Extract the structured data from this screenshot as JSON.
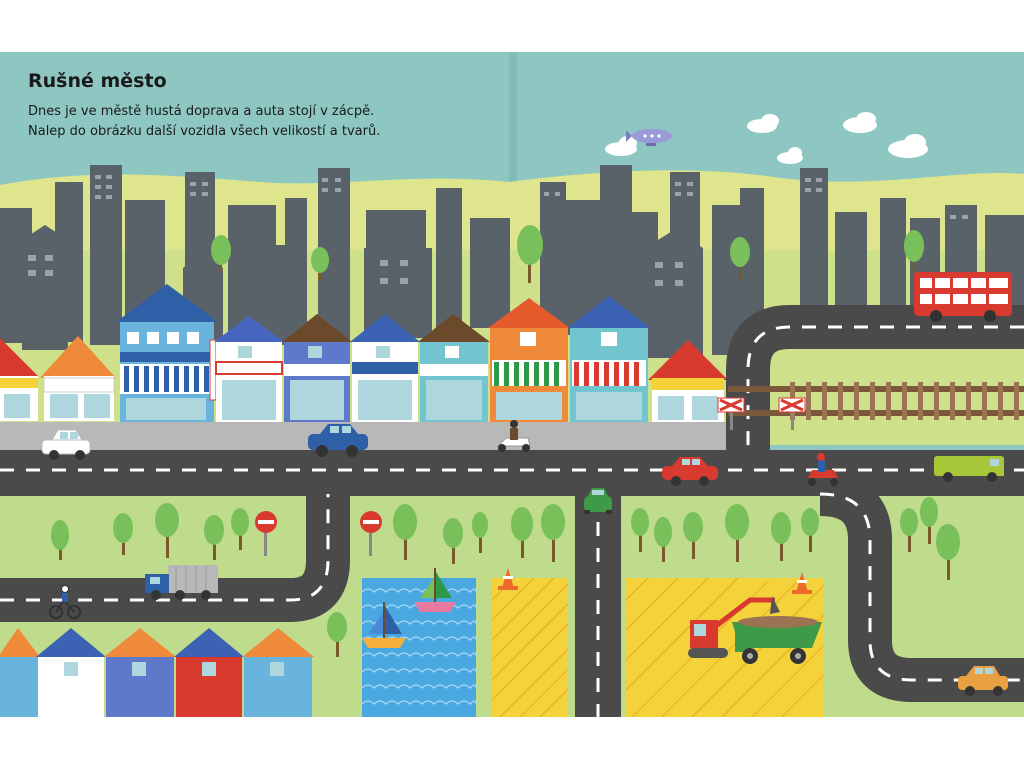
{
  "page": {
    "title": "Rušné město",
    "description_lines": [
      "Dnes je ve městě hustá doprava a auta stojí v zácpě.",
      "Nalep do obrázku další vozidla všech velikostí a tvarů."
    ]
  },
  "colors": {
    "sky": "#8ec7c2",
    "hills": "#dfe58c",
    "grass": "#bfdc8d",
    "road": "#4a4a4a",
    "sidewalk": "#b8b8b8",
    "buildings": "#5a6269",
    "water": "#4aa8e0",
    "yellow_lot": "#f4d23a"
  },
  "icons": {
    "airship": "airship-icon",
    "bus": "double-decker-bus-icon",
    "railway_crossing": "railway-crossing-sign-icon",
    "no_entry": "no-entry-sign-icon",
    "excavator": "excavator-icon",
    "dump_truck": "dump-truck-icon",
    "traffic_cone": "traffic-cone-icon",
    "sailboat": "sailboat-icon"
  }
}
